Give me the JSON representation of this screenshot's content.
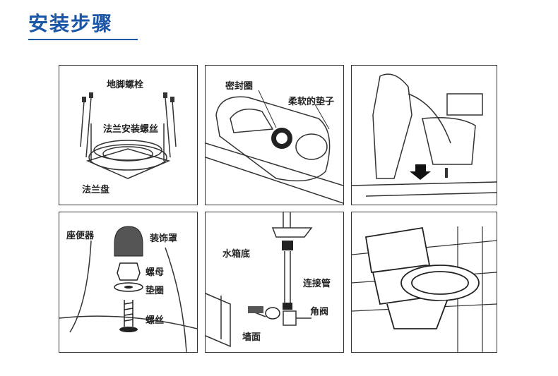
{
  "header": {
    "title": "安装步骤"
  },
  "steps": [
    {
      "labels": [
        "地脚螺栓",
        "法兰安装螺丝",
        "法兰盘"
      ]
    },
    {
      "labels": [
        "密封圈",
        "柔软的垫子"
      ]
    },
    {
      "labels": []
    },
    {
      "labels": [
        "座便器",
        "装饰罩",
        "螺母",
        "垫圈",
        "螺丝"
      ]
    },
    {
      "labels": [
        "水箱底",
        "连接管",
        "角阀",
        "墙面"
      ]
    },
    {
      "labels": []
    }
  ]
}
